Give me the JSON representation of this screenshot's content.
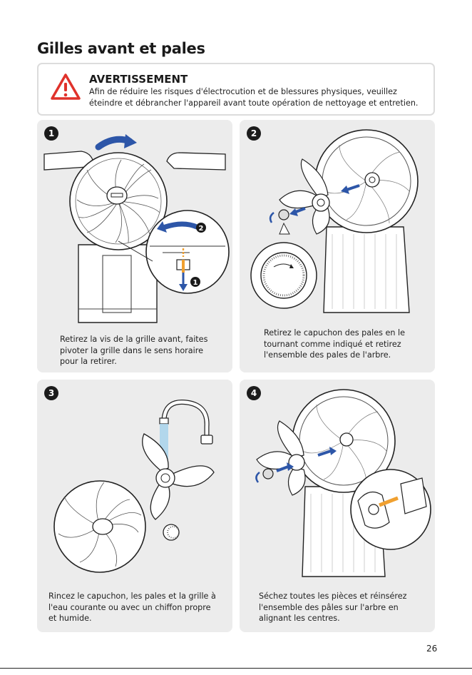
{
  "page": {
    "title": "Gilles avant et pales",
    "page_number": "26"
  },
  "warning": {
    "icon": "warning-triangle-icon",
    "title": "AVERTISSEMENT",
    "text": "Afin de réduire les risques d'électrocution et de blessures physiques, veuillez\néteindre et débrancher l'appareil avant toute opération de nettoyage et entretien.",
    "icon_color": "#e0322b"
  },
  "steps": [
    {
      "number": "1",
      "caption": "Retirez la vis de la grille avant, faites\npivoter la grille dans le sens horaire\npour la retirer.",
      "callouts": [
        "2",
        "1"
      ]
    },
    {
      "number": "2",
      "caption": "Retirez le capuchon des pales en le\ntournant comme indiqué et retirez\nl'ensemble des pales de l'arbre."
    },
    {
      "number": "3",
      "caption": "Rincez le capuchon, les pales et la grille à\nl'eau courante ou avec un chiffon propre\net humide."
    },
    {
      "number": "4",
      "caption": "Séchez toutes les pièces et réinsérez\nl'ensemble des pâles sur l'arbre en\nalignant les centres."
    }
  ],
  "colors": {
    "arrow_blue": "#2d56a8",
    "accent_orange": "#f0a030",
    "water_blue": "#a8d4ec",
    "panel_bg": "#ececec"
  }
}
